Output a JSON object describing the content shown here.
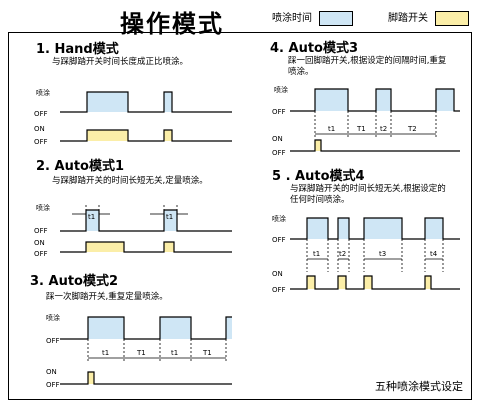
{
  "header": {
    "title": "操作模式",
    "legend_spray": "喷涂时间",
    "legend_pedal": "脚踏开关",
    "spray_color": "#cfe6f5",
    "pedal_color": "#fbeea8"
  },
  "sections": [
    {
      "title": "1. Hand模式",
      "desc": "与踩脚踏开关时间长度成正比喷涂。"
    },
    {
      "title": "2. Auto模式1",
      "desc": "与踩脚踏开关的时间长短无关,定量喷涂。"
    },
    {
      "title": "3. Auto模式2",
      "desc": "踩一次脚踏开关,重复定量喷涂。"
    },
    {
      "title": "4. Auto模式3",
      "desc": "踩一回脚踏开关,根据设定的间隔时间,重复\n喷涂。"
    },
    {
      "title": "5 . Auto模式4",
      "desc": "与踩脚踏开关的时间长短无关,根据设定的\n任何时间喷涂。"
    }
  ],
  "labels": {
    "spray": "喷涂",
    "off": "OFF",
    "on": "ON",
    "t1": "t1",
    "t2": "t2",
    "t3": "t3",
    "t4": "t4",
    "T1": "T1",
    "T2": "T2"
  },
  "footer": "五种喷涂模式设定"
}
